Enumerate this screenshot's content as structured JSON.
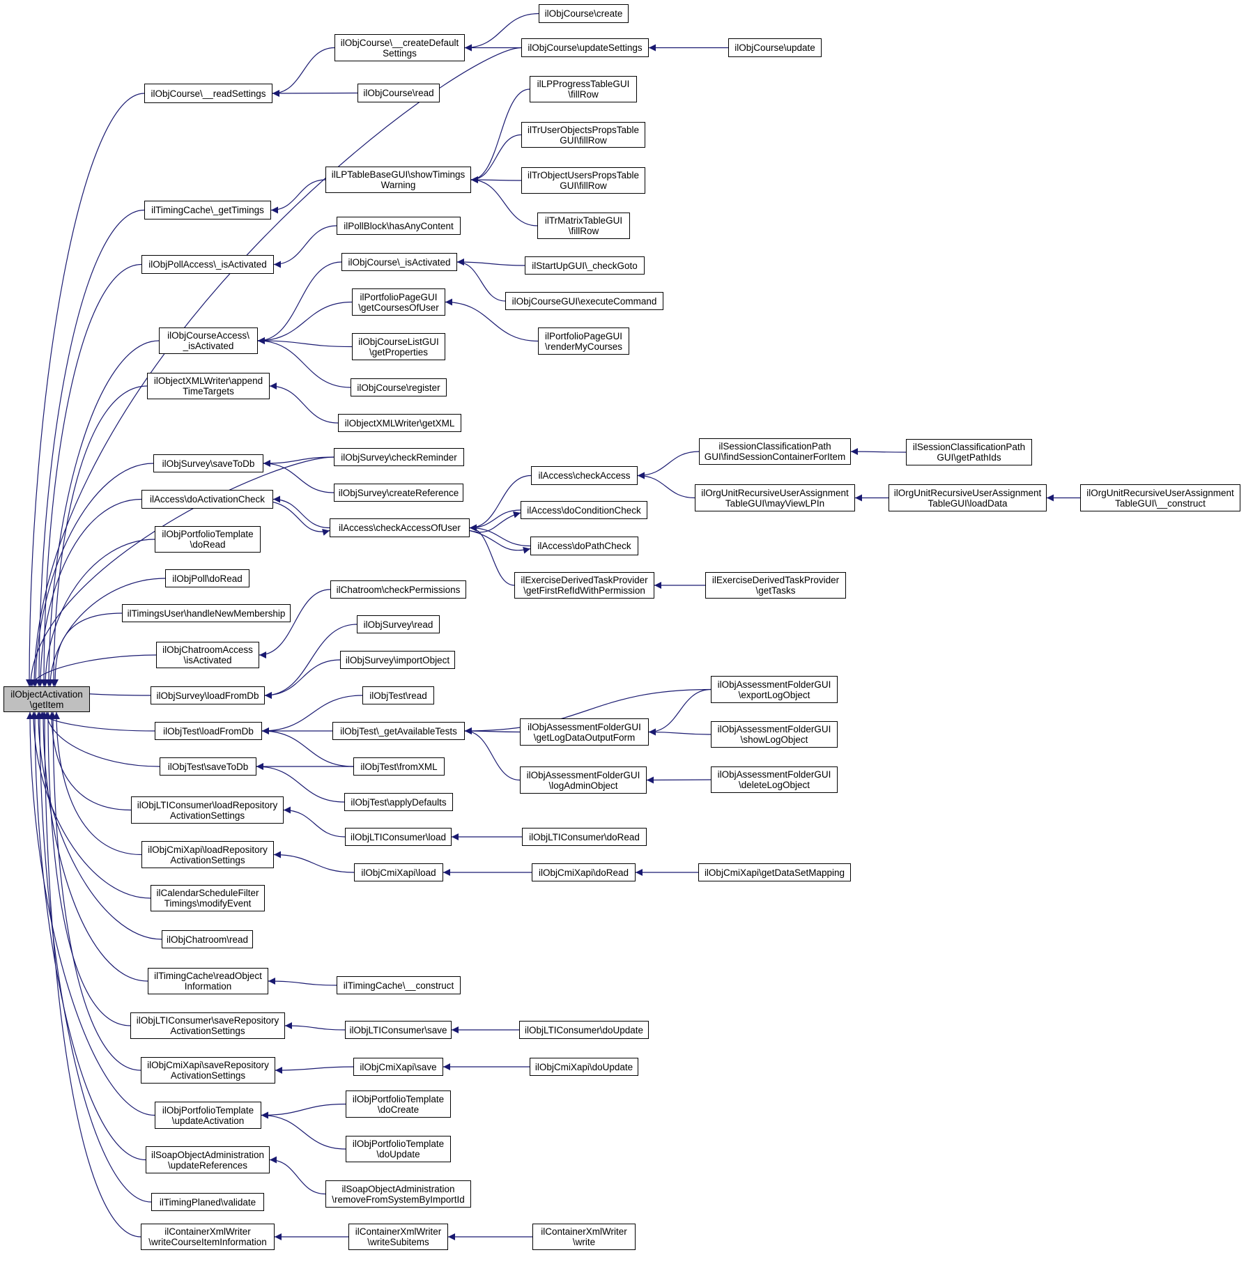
{
  "graph": {
    "colors": {
      "edge": "#191970",
      "node_border": "#000000",
      "node_fill": "#ffffff",
      "root_fill": "#bfbfbf"
    },
    "nodes": [
      {
        "id": "root",
        "lines": [
          "ilObjectActivation",
          "\\getItem"
        ],
        "root": true
      },
      {
        "id": "n1",
        "lines": [
          "ilObjCourse\\__readSettings"
        ]
      },
      {
        "id": "n2",
        "lines": [
          "ilObjCourse\\__createDefault",
          "Settings"
        ]
      },
      {
        "id": "n3",
        "lines": [
          "ilObjCourse\\create"
        ]
      },
      {
        "id": "n4",
        "lines": [
          "ilObjCourse\\updateSettings"
        ]
      },
      {
        "id": "n5",
        "lines": [
          "ilObjCourse\\update"
        ]
      },
      {
        "id": "n6",
        "lines": [
          "ilObjCourse\\read"
        ]
      },
      {
        "id": "n7",
        "lines": [
          "ilLPProgressTableGUI",
          "\\fillRow"
        ]
      },
      {
        "id": "n8",
        "lines": [
          "ilTrUserObjectsPropsTable",
          "GUI\\fillRow"
        ]
      },
      {
        "id": "n9",
        "lines": [
          "ilLPTableBaseGUI\\showTimings",
          "Warning"
        ]
      },
      {
        "id": "n10",
        "lines": [
          "ilTrObjectUsersPropsTable",
          "GUI\\fillRow"
        ]
      },
      {
        "id": "n11",
        "lines": [
          "ilTimingCache\\_getTimings"
        ]
      },
      {
        "id": "n12",
        "lines": [
          "ilTrMatrixTableGUI",
          "\\fillRow"
        ]
      },
      {
        "id": "n13",
        "lines": [
          "ilPollBlock\\hasAnyContent"
        ]
      },
      {
        "id": "n14",
        "lines": [
          "ilObjPollAccess\\_isActivated"
        ]
      },
      {
        "id": "n15",
        "lines": [
          "ilObjCourse\\_isActivated"
        ]
      },
      {
        "id": "n16",
        "lines": [
          "ilStartUpGUI\\_checkGoto"
        ]
      },
      {
        "id": "n17",
        "lines": [
          "ilObjCourseGUI\\executeCommand"
        ]
      },
      {
        "id": "n18",
        "lines": [
          "ilPortfolioPageGUI",
          "\\getCoursesOfUser"
        ]
      },
      {
        "id": "n19",
        "lines": [
          "ilObjCourseAccess\\",
          "_isActivated"
        ]
      },
      {
        "id": "n20",
        "lines": [
          "ilPortfolioPageGUI",
          "\\renderMyCourses"
        ]
      },
      {
        "id": "n21",
        "lines": [
          "ilObjCourseListGUI",
          "\\getProperties"
        ]
      },
      {
        "id": "n22",
        "lines": [
          "ilObjectXMLWriter\\append",
          "TimeTargets"
        ]
      },
      {
        "id": "n23",
        "lines": [
          "ilObjCourse\\register"
        ]
      },
      {
        "id": "n24",
        "lines": [
          "ilObjectXMLWriter\\getXML"
        ]
      },
      {
        "id": "n25",
        "lines": [
          "ilSessionClassificationPath",
          "GUI\\findSessionContainerForItem"
        ]
      },
      {
        "id": "n26",
        "lines": [
          "ilSessionClassificationPath",
          "GUI\\getPathIds"
        ]
      },
      {
        "id": "n27",
        "lines": [
          "ilObjSurvey\\saveToDb"
        ]
      },
      {
        "id": "n28",
        "lines": [
          "ilObjSurvey\\checkReminder"
        ]
      },
      {
        "id": "n29",
        "lines": [
          "ilAccess\\checkAccess"
        ]
      },
      {
        "id": "n30",
        "lines": [
          "ilObjSurvey\\createReference"
        ]
      },
      {
        "id": "n31",
        "lines": [
          "ilOrgUnitRecursiveUserAssignment",
          "TableGUI\\mayViewLPIn"
        ]
      },
      {
        "id": "n32",
        "lines": [
          "ilOrgUnitRecursiveUserAssignment",
          "TableGUI\\loadData"
        ]
      },
      {
        "id": "n33",
        "lines": [
          "ilOrgUnitRecursiveUserAssignment",
          "TableGUI\\__construct"
        ]
      },
      {
        "id": "n34",
        "lines": [
          "ilAccess\\doActivationCheck"
        ]
      },
      {
        "id": "n35",
        "lines": [
          "ilAccess\\doConditionCheck"
        ]
      },
      {
        "id": "n36",
        "lines": [
          "ilAccess\\checkAccessOfUser"
        ]
      },
      {
        "id": "n37",
        "lines": [
          "ilObjPortfolioTemplate",
          "\\doRead"
        ]
      },
      {
        "id": "n38",
        "lines": [
          "ilAccess\\doPathCheck"
        ]
      },
      {
        "id": "n39",
        "lines": [
          "ilExerciseDerivedTaskProvider",
          "\\getFirstRefIdWithPermission"
        ]
      },
      {
        "id": "n40",
        "lines": [
          "ilExerciseDerivedTaskProvider",
          "\\getTasks"
        ]
      },
      {
        "id": "n41",
        "lines": [
          "ilObjPoll\\doRead"
        ]
      },
      {
        "id": "n42",
        "lines": [
          "ilChatroom\\checkPermissions"
        ]
      },
      {
        "id": "n43",
        "lines": [
          "ilTimingsUser\\handleNewMembership"
        ]
      },
      {
        "id": "n44",
        "lines": [
          "ilObjSurvey\\read"
        ]
      },
      {
        "id": "n45",
        "lines": [
          "ilObjChatroomAccess",
          "\\isActivated"
        ]
      },
      {
        "id": "n46",
        "lines": [
          "ilObjSurvey\\importObject"
        ]
      },
      {
        "id": "n47",
        "lines": [
          "ilObjAssessmentFolderGUI",
          "\\exportLogObject"
        ]
      },
      {
        "id": "n48",
        "lines": [
          "ilObjSurvey\\loadFromDb"
        ]
      },
      {
        "id": "n49",
        "lines": [
          "ilObjTest\\read"
        ]
      },
      {
        "id": "n50",
        "lines": [
          "ilObjAssessmentFolderGUI",
          "\\getLogDataOutputForm"
        ]
      },
      {
        "id": "n51",
        "lines": [
          "ilObjTest\\loadFromDb"
        ]
      },
      {
        "id": "n52",
        "lines": [
          "ilObjTest\\_getAvailableTests"
        ]
      },
      {
        "id": "n53",
        "lines": [
          "ilObjAssessmentFolderGUI",
          "\\showLogObject"
        ]
      },
      {
        "id": "n54",
        "lines": [
          "ilObjTest\\saveToDb"
        ]
      },
      {
        "id": "n55",
        "lines": [
          "ilObjTest\\fromXML"
        ]
      },
      {
        "id": "n56",
        "lines": [
          "ilObjAssessmentFolderGUI",
          "\\logAdminObject"
        ]
      },
      {
        "id": "n57",
        "lines": [
          "ilObjAssessmentFolderGUI",
          "\\deleteLogObject"
        ]
      },
      {
        "id": "n58",
        "lines": [
          "ilObjTest\\applyDefaults"
        ]
      },
      {
        "id": "n59",
        "lines": [
          "ilObjLTIConsumer\\loadRepository",
          "ActivationSettings"
        ]
      },
      {
        "id": "n60",
        "lines": [
          "ilObjLTIConsumer\\load"
        ]
      },
      {
        "id": "n61",
        "lines": [
          "ilObjLTIConsumer\\doRead"
        ]
      },
      {
        "id": "n62",
        "lines": [
          "ilObjCmiXapi\\loadRepository",
          "ActivationSettings"
        ]
      },
      {
        "id": "n63",
        "lines": [
          "ilObjCmiXapi\\load"
        ]
      },
      {
        "id": "n64",
        "lines": [
          "ilObjCmiXapi\\doRead"
        ]
      },
      {
        "id": "n65",
        "lines": [
          "ilObjCmiXapi\\getDataSetMapping"
        ]
      },
      {
        "id": "n66",
        "lines": [
          "ilCalendarScheduleFilter",
          "Timings\\modifyEvent"
        ]
      },
      {
        "id": "n67",
        "lines": [
          "ilObjChatroom\\read"
        ]
      },
      {
        "id": "n68",
        "lines": [
          "ilTimingCache\\readObject",
          "Information"
        ]
      },
      {
        "id": "n69",
        "lines": [
          "ilTimingCache\\__construct"
        ]
      },
      {
        "id": "n70",
        "lines": [
          "ilObjLTIConsumer\\saveRepository",
          "ActivationSettings"
        ]
      },
      {
        "id": "n71",
        "lines": [
          "ilObjLTIConsumer\\save"
        ]
      },
      {
        "id": "n72",
        "lines": [
          "ilObjLTIConsumer\\doUpdate"
        ]
      },
      {
        "id": "n73",
        "lines": [
          "ilObjCmiXapi\\saveRepository",
          "ActivationSettings"
        ]
      },
      {
        "id": "n74",
        "lines": [
          "ilObjCmiXapi\\save"
        ]
      },
      {
        "id": "n75",
        "lines": [
          "ilObjCmiXapi\\doUpdate"
        ]
      },
      {
        "id": "n76",
        "lines": [
          "ilObjPortfolioTemplate",
          "\\doCreate"
        ]
      },
      {
        "id": "n77",
        "lines": [
          "ilObjPortfolioTemplate",
          "\\updateActivation"
        ]
      },
      {
        "id": "n78",
        "lines": [
          "ilObjPortfolioTemplate",
          "\\doUpdate"
        ]
      },
      {
        "id": "n79",
        "lines": [
          "ilSoapObjectAdministration",
          "\\updateReferences"
        ]
      },
      {
        "id": "n80",
        "lines": [
          "ilSoapObjectAdministration",
          "\\removeFromSystemByImportId"
        ]
      },
      {
        "id": "n81",
        "lines": [
          "ilTimingPlaned\\validate"
        ]
      },
      {
        "id": "n82",
        "lines": [
          "ilContainerXmlWriter",
          "\\writeCourseItemInformation"
        ]
      },
      {
        "id": "n83",
        "lines": [
          "ilContainerXmlWriter",
          "\\writeSubitems"
        ]
      },
      {
        "id": "n84",
        "lines": [
          "ilContainerXmlWriter",
          "\\write"
        ]
      }
    ],
    "edges": [
      [
        "n1",
        "root"
      ],
      [
        "n4",
        "root"
      ],
      [
        "n11",
        "root"
      ],
      [
        "n14",
        "root"
      ],
      [
        "n19",
        "root"
      ],
      [
        "n22",
        "root"
      ],
      [
        "n28",
        "root"
      ],
      [
        "n27",
        "root"
      ],
      [
        "n34",
        "root"
      ],
      [
        "n37",
        "root"
      ],
      [
        "n41",
        "root"
      ],
      [
        "n43",
        "root"
      ],
      [
        "n45",
        "root"
      ],
      [
        "n48",
        "root"
      ],
      [
        "n51",
        "root"
      ],
      [
        "n54",
        "root"
      ],
      [
        "n59",
        "root"
      ],
      [
        "n62",
        "root"
      ],
      [
        "n66",
        "root"
      ],
      [
        "n67",
        "root"
      ],
      [
        "n68",
        "root"
      ],
      [
        "n70",
        "root"
      ],
      [
        "n73",
        "root"
      ],
      [
        "n77",
        "root"
      ],
      [
        "n79",
        "root"
      ],
      [
        "n81",
        "root"
      ],
      [
        "n82",
        "root"
      ],
      [
        "n2",
        "n1"
      ],
      [
        "n6",
        "n1"
      ],
      [
        "n3",
        "n2"
      ],
      [
        "n4",
        "n2"
      ],
      [
        "n5",
        "n4"
      ],
      [
        "n9",
        "n11"
      ],
      [
        "n7",
        "n9"
      ],
      [
        "n8",
        "n9"
      ],
      [
        "n10",
        "n9"
      ],
      [
        "n12",
        "n9"
      ],
      [
        "n13",
        "n14"
      ],
      [
        "n15",
        "n19"
      ],
      [
        "n18",
        "n19"
      ],
      [
        "n21",
        "n19"
      ],
      [
        "n23",
        "n19"
      ],
      [
        "n16",
        "n15"
      ],
      [
        "n17",
        "n15"
      ],
      [
        "n20",
        "n18"
      ],
      [
        "n24",
        "n22"
      ],
      [
        "n28",
        "n27"
      ],
      [
        "n30",
        "n27"
      ],
      [
        "n36",
        "n34"
      ],
      [
        "n34",
        "n36"
      ],
      [
        "n29",
        "n36"
      ],
      [
        "n35",
        "n36"
      ],
      [
        "n36",
        "n35"
      ],
      [
        "n38",
        "n36"
      ],
      [
        "n36",
        "n38"
      ],
      [
        "n39",
        "n36"
      ],
      [
        "n25",
        "n29"
      ],
      [
        "n31",
        "n29"
      ],
      [
        "n26",
        "n25"
      ],
      [
        "n32",
        "n31"
      ],
      [
        "n33",
        "n32"
      ],
      [
        "n40",
        "n39"
      ],
      [
        "n42",
        "n45"
      ],
      [
        "n44",
        "n48"
      ],
      [
        "n46",
        "n48"
      ],
      [
        "n49",
        "n51"
      ],
      [
        "n52",
        "n51"
      ],
      [
        "n55",
        "n51"
      ],
      [
        "n47",
        "n52"
      ],
      [
        "n50",
        "n52"
      ],
      [
        "n56",
        "n52"
      ],
      [
        "n47",
        "n50"
      ],
      [
        "n53",
        "n50"
      ],
      [
        "n57",
        "n56"
      ],
      [
        "n55",
        "n54"
      ],
      [
        "n58",
        "n54"
      ],
      [
        "n60",
        "n59"
      ],
      [
        "n61",
        "n60"
      ],
      [
        "n63",
        "n62"
      ],
      [
        "n64",
        "n63"
      ],
      [
        "n65",
        "n64"
      ],
      [
        "n69",
        "n68"
      ],
      [
        "n71",
        "n70"
      ],
      [
        "n72",
        "n71"
      ],
      [
        "n74",
        "n73"
      ],
      [
        "n75",
        "n74"
      ],
      [
        "n76",
        "n77"
      ],
      [
        "n78",
        "n77"
      ],
      [
        "n80",
        "n79"
      ],
      [
        "n83",
        "n82"
      ],
      [
        "n84",
        "n83"
      ]
    ]
  }
}
